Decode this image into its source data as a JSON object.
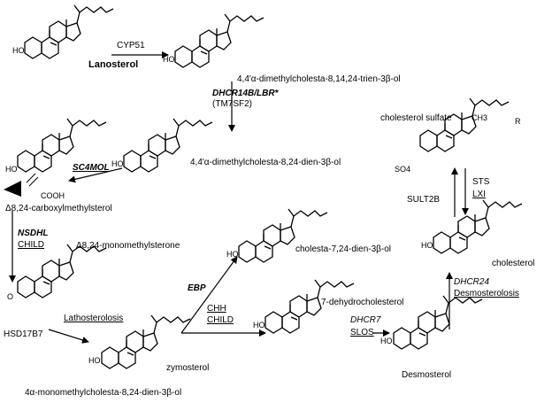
{
  "compounds": {
    "lanosterol": "Lanosterol",
    "trienol": "4,4'α-dimethylcholesta-8,14,24-trien-3β-ol",
    "dienol": "4,4'α-dimethylcholesta-8,24-dien-3β-ol",
    "carboxy": "Δ8,24-carboxylmethylsterol",
    "monomethylsterone": "Δ8,24-monomethylsterone",
    "monomethyldienol": "4α-monomethylcholesta-8,24-dien-3β-ol",
    "zymosterol": "zymosterol",
    "cholesta724": "cholesta-7,24-dien-3β-ol",
    "dhc7": "7-dehydrocholesterol",
    "cholesterol_sulfate": "cholesterol sulfate",
    "cholesterol": "cholesterol",
    "desmosterol": "Desmosterol"
  },
  "enzymes": {
    "cyp51": "CYP51",
    "dhcr14b": "DHCR14B/LBR*",
    "tm7sf2": "(TM7SF2)",
    "sc4mol": "SC4MOL",
    "nsdhl": "NSDHL",
    "child1": "CHILD",
    "lathosterolosis": "Lathosterolosis",
    "hsd17b7": "HSD17B7",
    "ebp": "EBP",
    "chh": "CHH",
    "child2": "CHILD",
    "dhcr7": "DHCR7",
    "slos": "SLOS",
    "dhcr24": "DHCR24",
    "desmosterolosis": "Desmosterolosis",
    "sult2b": "SULT2B",
    "sts": "STS",
    "lxi": "LXI"
  },
  "atoms": {
    "ho": "HO",
    "o": "O",
    "cooh": "COOH",
    "ch3": "CH3",
    "r": "R",
    "so4": "SO4"
  }
}
